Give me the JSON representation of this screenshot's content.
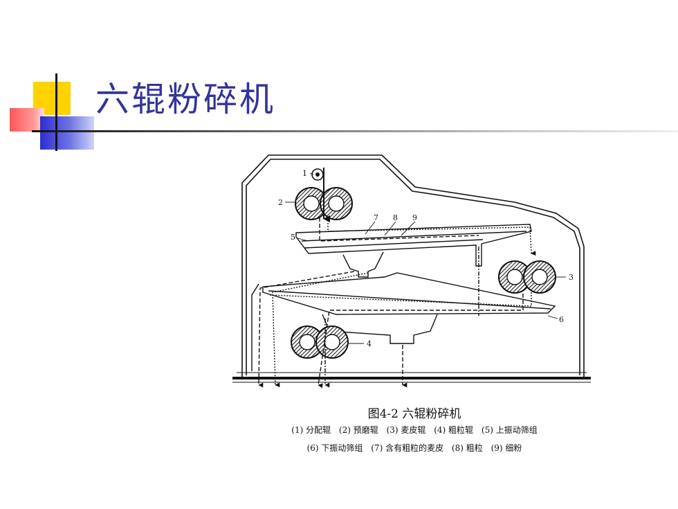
{
  "slide": {
    "title": "六辊粉碎机"
  },
  "diagram": {
    "labels": [
      "1",
      "2",
      "3",
      "4",
      "5",
      "6",
      "7",
      "8",
      "9"
    ],
    "caption": "图4-2 六辊粉碎机",
    "legend_row1": [
      "(1) 分配辊",
      "(2) 预磨辊",
      "(3) 麦皮辊",
      "(4) 粗粒辊",
      "(5) 上振动筛组"
    ],
    "legend_row2": [
      "(6) 下振动筛组",
      "(7) 含有粗粒的麦皮",
      "(8) 粗粒",
      "(9) 细粉"
    ]
  },
  "colors": {
    "title": "#333399",
    "accent_yellow": "#ffd200",
    "accent_red": "#ff5555",
    "accent_blue": "#2d2dd0"
  }
}
